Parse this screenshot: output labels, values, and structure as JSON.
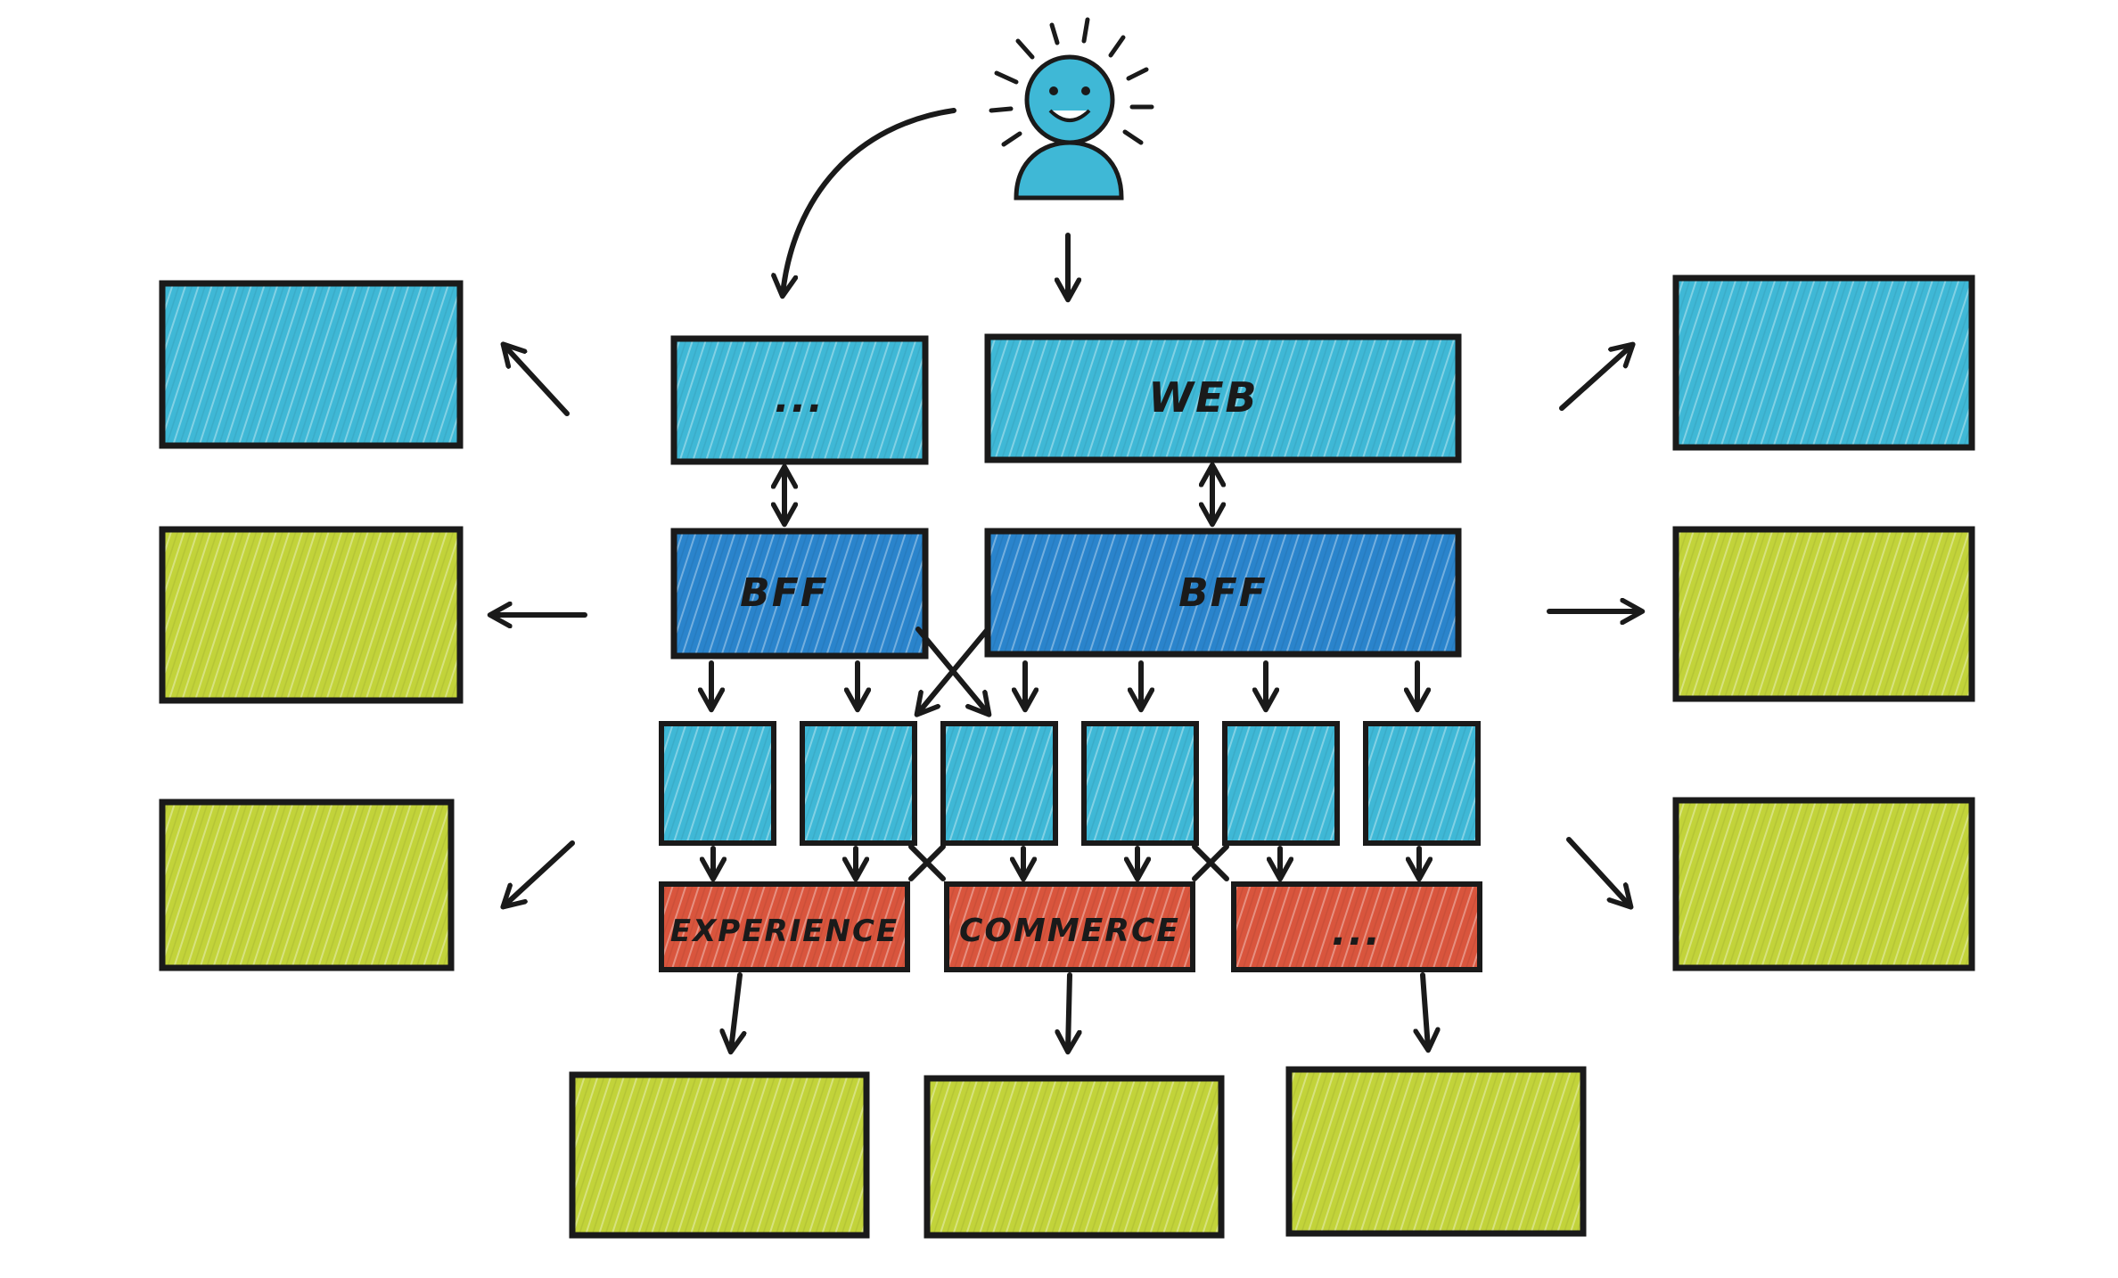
{
  "colors": {
    "client": "#3fb8d6",
    "bff": "#2a84cc",
    "service": "#3fb8d6",
    "domain": "#d9553d",
    "external": "#c2d33a",
    "user": "#3fb8d6",
    "outline": "#1a1a1a"
  },
  "clients": {
    "other_label": "...",
    "web_label": "WEB"
  },
  "bffs": {
    "left_label": "BFF",
    "right_label": "BFF"
  },
  "domains": {
    "experience_label": "EXPERIENCE",
    "commerce_label": "COMMERCE",
    "other_label": "..."
  }
}
